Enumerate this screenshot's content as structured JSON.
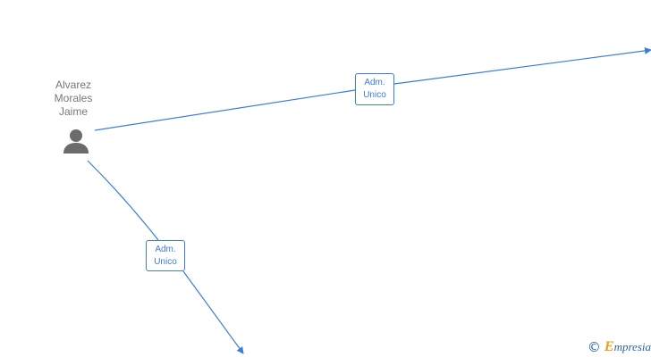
{
  "nodes": {
    "person": {
      "name_lines": [
        "Alvarez",
        "Morales",
        "Jaime"
      ],
      "icon": "person-icon"
    }
  },
  "edges": [
    {
      "label_line1": "Adm.",
      "label_line2": "Unico"
    },
    {
      "label_line1": "Adm.",
      "label_line2": "Unico"
    }
  ],
  "brand": {
    "copyright": "©",
    "initial": "E",
    "rest": "mpresia"
  },
  "colors": {
    "edge": "#3b7dd8",
    "node_text": "#777777",
    "icon": "#6b6b6b"
  }
}
